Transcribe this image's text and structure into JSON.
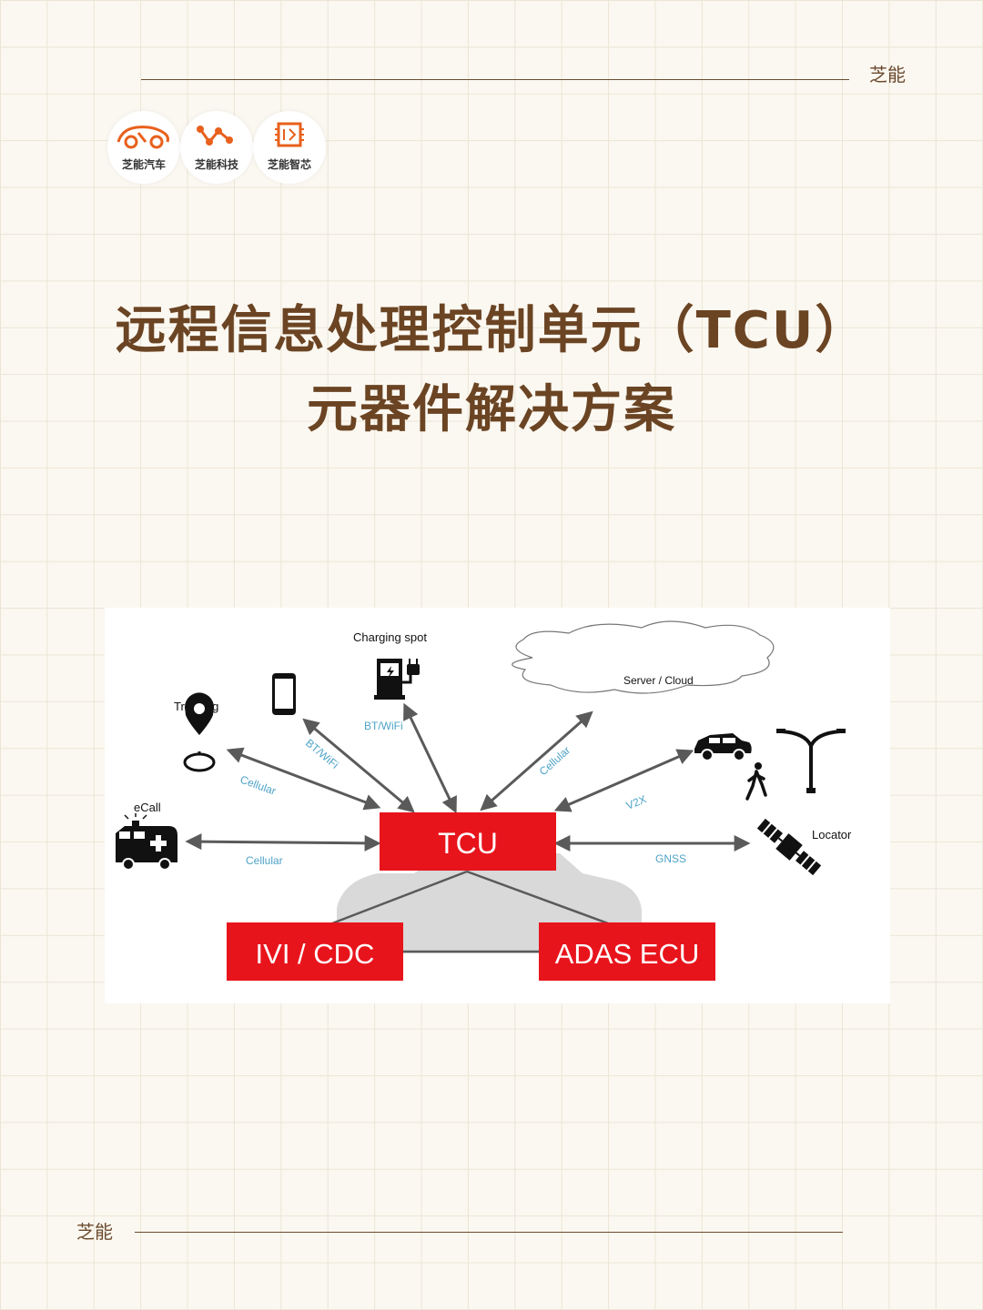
{
  "brand": {
    "top": "芝能",
    "bottom": "芝能"
  },
  "logos": [
    {
      "label": "芝能汽车",
      "icon": "car-logo-icon"
    },
    {
      "label": "芝能科技",
      "icon": "network-logo-icon"
    },
    {
      "label": "芝能智芯",
      "icon": "chip-logo-icon"
    }
  ],
  "title": {
    "line1": "远程信息处理控制单元（TCU）",
    "line2": "元器件解决方案"
  },
  "diagram": {
    "nodes": {
      "tcu": "TCU",
      "ivi": "IVI / CDC",
      "adas": "ADAS ECU",
      "charging": "Charging spot",
      "server": "Server / Cloud",
      "tracking": "Tracking",
      "ecall": "eCall",
      "locator": "Locator"
    },
    "links": {
      "bt_phone": "BT/WiFi",
      "bt_charging": "BT/WiFi",
      "cellular_tracking": "Cellular",
      "cellular_ecall": "Cellular",
      "cellular_cloud": "Cellular",
      "v2x": "V2X",
      "gnss": "GNSS"
    },
    "colors": {
      "box": "#e8141c",
      "link_label": "#4fa3c7",
      "arrow": "#5a5a5a"
    }
  }
}
